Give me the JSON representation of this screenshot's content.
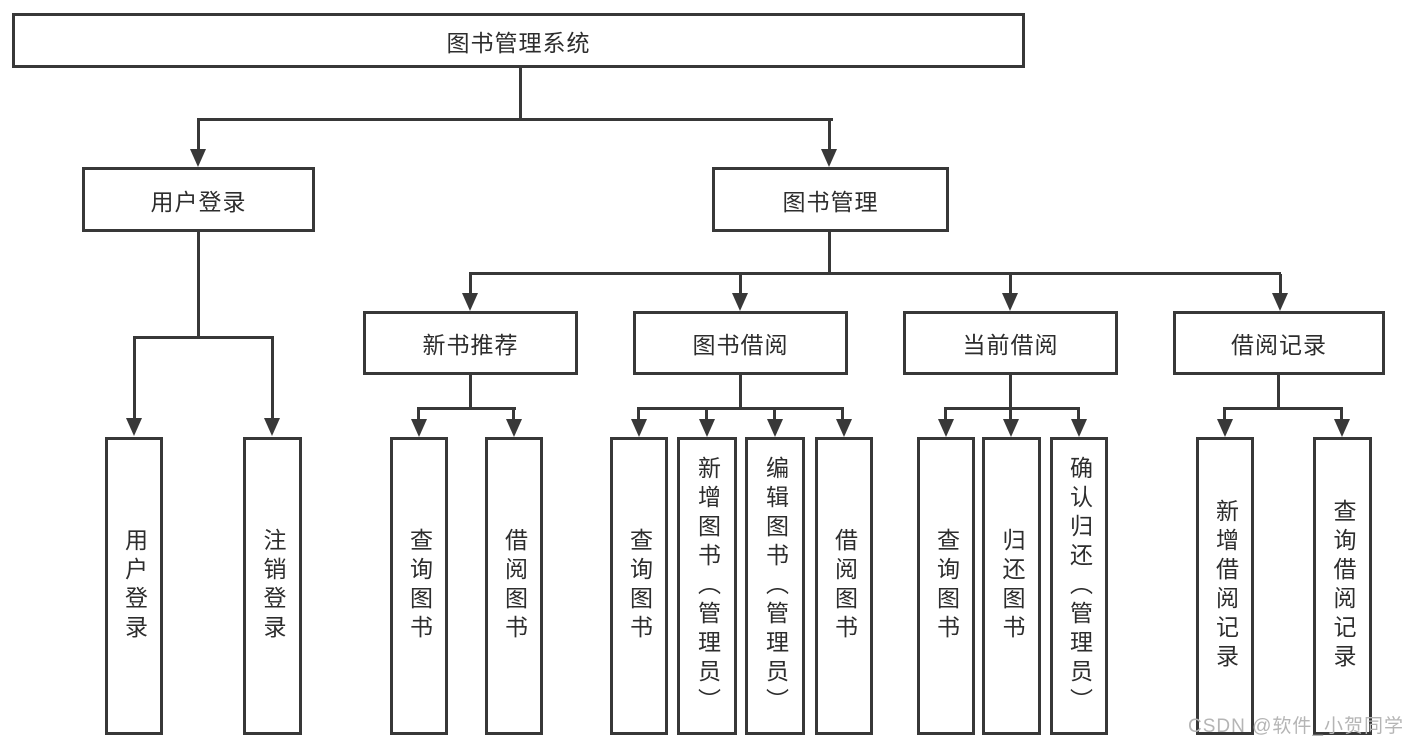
{
  "colors": {
    "line": "#383838",
    "text": "#2d2d2d",
    "watermark": "#b5b5b5",
    "background": "#ffffff"
  },
  "watermark": {
    "text": "CSDN @软件_小贺同学"
  },
  "diagram": {
    "type": "tree",
    "root": {
      "label": "图书管理系统"
    },
    "branches": [
      {
        "label": "用户登录",
        "children": [
          {
            "label": "用户登录"
          },
          {
            "label": "注销登录"
          }
        ]
      },
      {
        "label": "图书管理",
        "children": [
          {
            "label": "新书推荐",
            "children": [
              {
                "label": "查询图书"
              },
              {
                "label": "借阅图书"
              }
            ]
          },
          {
            "label": "图书借阅",
            "children": [
              {
                "label": "查询图书"
              },
              {
                "label": "新增图书（管理员）"
              },
              {
                "label": "编辑图书（管理员）"
              },
              {
                "label": "借阅图书"
              }
            ]
          },
          {
            "label": "当前借阅",
            "children": [
              {
                "label": "查询图书"
              },
              {
                "label": "归还图书"
              },
              {
                "label": "确认归还（管理员）"
              }
            ]
          },
          {
            "label": "借阅记录",
            "children": [
              {
                "label": "新增借阅记录"
              },
              {
                "label": "查询借阅记录"
              }
            ]
          }
        ]
      }
    ]
  }
}
